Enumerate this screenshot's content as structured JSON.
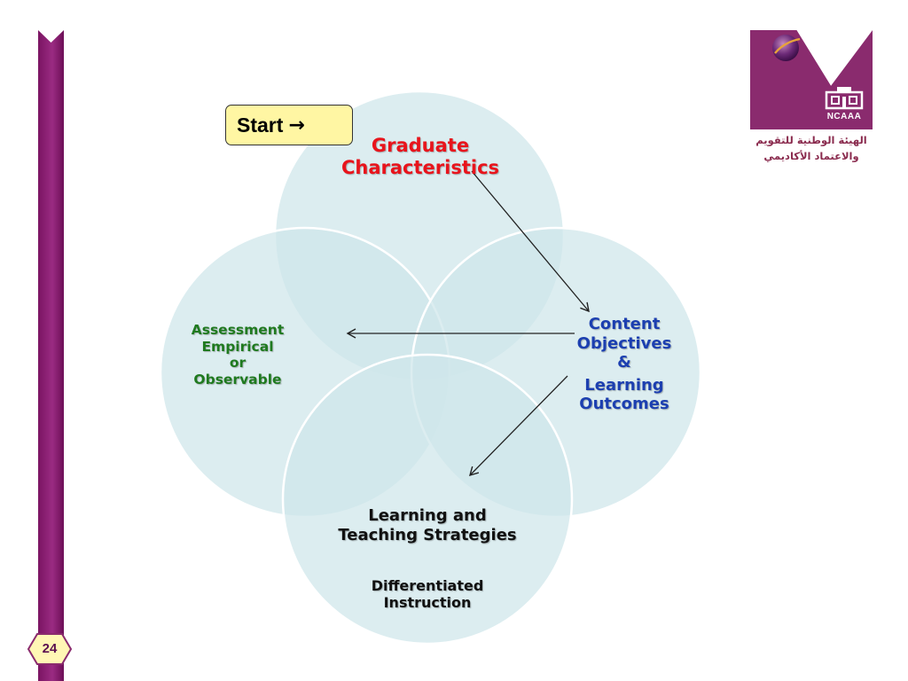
{
  "start_box": {
    "label": "Start",
    "arrow": "→"
  },
  "nodes": {
    "graduate": [
      "Graduate",
      "Characteristics"
    ],
    "assessment": [
      "Assessment",
      "Empirical",
      "or",
      "Observable"
    ],
    "content": [
      "Content",
      "Objectives",
      "&",
      "Learning",
      "Outcomes"
    ],
    "learning": [
      "Learning and",
      "Teaching Strategies"
    ],
    "differentiated": [
      "Differentiated",
      "Instruction"
    ]
  },
  "page_number": "24",
  "logo": {
    "name": "NCAAA",
    "arabic_line_1": "الهيئة الوطنية للتقويم",
    "arabic_line_2": "والاعتماد الأكاديمي",
    "icon": "ncaaa-logo-mark"
  },
  "colors": {
    "circle_fill": "#cfe6ea",
    "circle_stroke": "#ffffff",
    "graduate_text": "#e8141c",
    "assessment_text": "#1f7a1f",
    "content_text": "#1c3fb0",
    "learning_text": "#111111",
    "accent_purple": "#8a2b6e",
    "start_fill": "#fff6a3"
  }
}
